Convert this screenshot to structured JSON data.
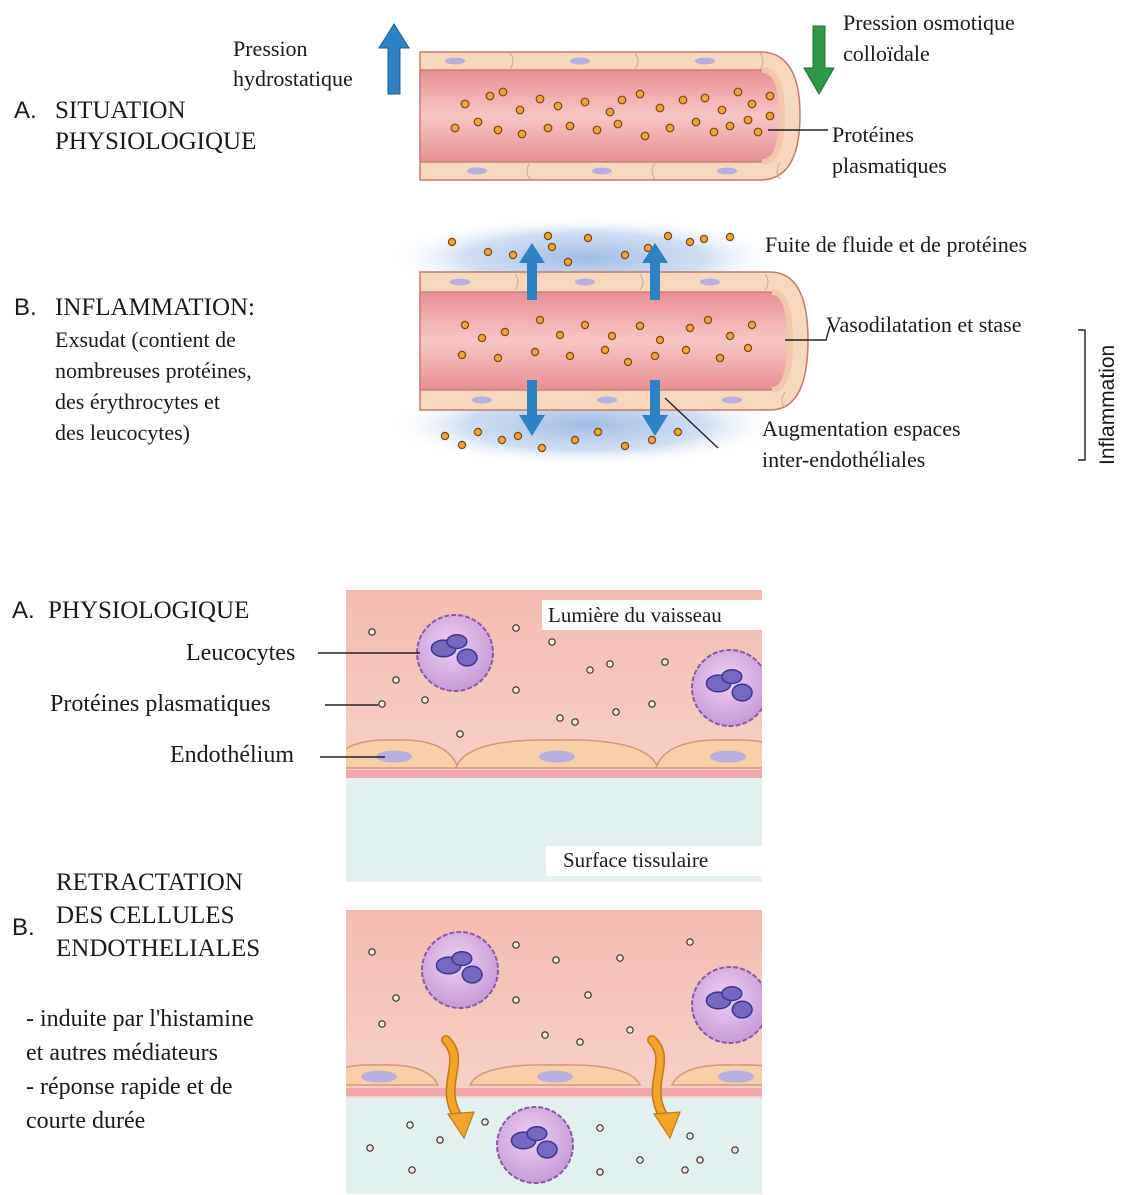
{
  "top": {
    "a": {
      "letter": "A.",
      "title_lines": [
        "SITUATION",
        "PHYSIOLOGIQUE"
      ],
      "hydrostatic_lines": [
        "Pression",
        "hydrostatique"
      ],
      "osmotic_lines": [
        "Pression osmotique",
        "colloïdale"
      ],
      "proteins_lines": [
        "Protéines",
        "plasmatiques"
      ]
    },
    "b": {
      "letter": "B.",
      "title": "INFLAMMATION:",
      "desc_lines": [
        "Exsudat (contient de",
        "nombreuses protéines,",
        "des érythrocytes et",
        "des leucocytes)"
      ],
      "leak": "Fuite de fluide et de protéines",
      "vasodilation": "Vasodilatation et stase",
      "gaps_lines": [
        "Augmentation espaces",
        "inter-endothéliales"
      ],
      "bracket_label": "Inflammation"
    }
  },
  "bottom": {
    "a": {
      "letter": "A.",
      "title": "PHYSIOLOGIQUE",
      "leukocytes": "Leucocytes",
      "plasma_proteins": "Protéines plasmatiques",
      "endothelium": "Endothélium",
      "lumen": "Lumière du vaisseau",
      "tissue": "Surface tissulaire"
    },
    "b": {
      "letter": "B.",
      "title_lines": [
        "RETRACTATION",
        "DES CELLULES",
        "ENDOTHELIALES"
      ],
      "note_lines": [
        "- induite par l'histamine",
        "et autres médiateurs",
        "- réponse rapide et de",
        "courte durée"
      ]
    }
  },
  "colors": {
    "vessel_wall": "#f7d8bc",
    "lumen": "#f0a8ac",
    "nucleus": "#b8aee0",
    "protein_dot": "#f0a23c",
    "arrow_up": "#2d82c4",
    "arrow_green": "#2e9a48",
    "leak_glow": "#8fb0e0",
    "lumen_panel": "#f6cfc4",
    "tissue_panel": "#e2f1ef",
    "leukocyte": "#dcb4e8",
    "leukocyte_nucleus": "#7668c0",
    "migration_arrow": "#f2a52a"
  }
}
